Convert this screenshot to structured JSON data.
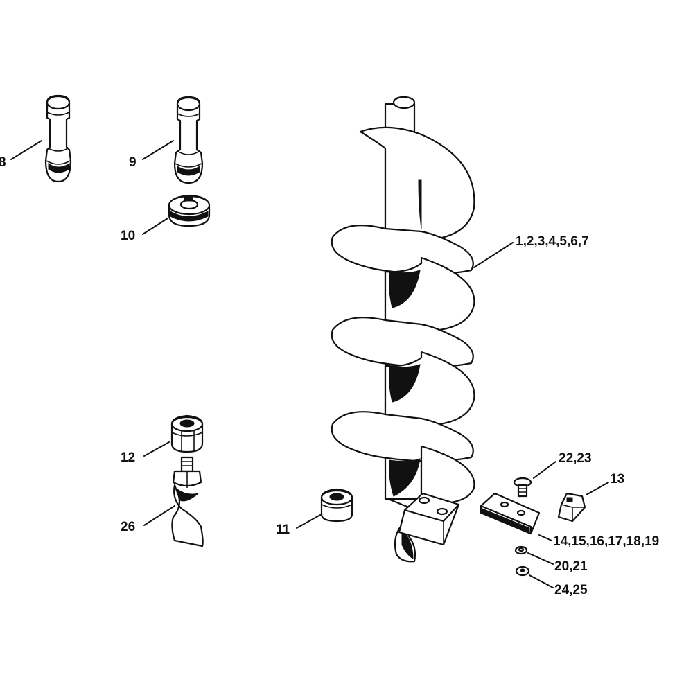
{
  "labels": {
    "l8": "8",
    "l9": "9",
    "l10": "10",
    "l1to7": "1,2,3,4,5,6,7",
    "l12": "12",
    "l26": "26",
    "l11": "11",
    "l2223": "22,23",
    "l13": "13",
    "l14to19": "14,15,16,17,18,19",
    "l2021": "20,21",
    "l2425": "24,25"
  },
  "colors": {
    "ink": "#111111",
    "paper": "#ffffff"
  }
}
